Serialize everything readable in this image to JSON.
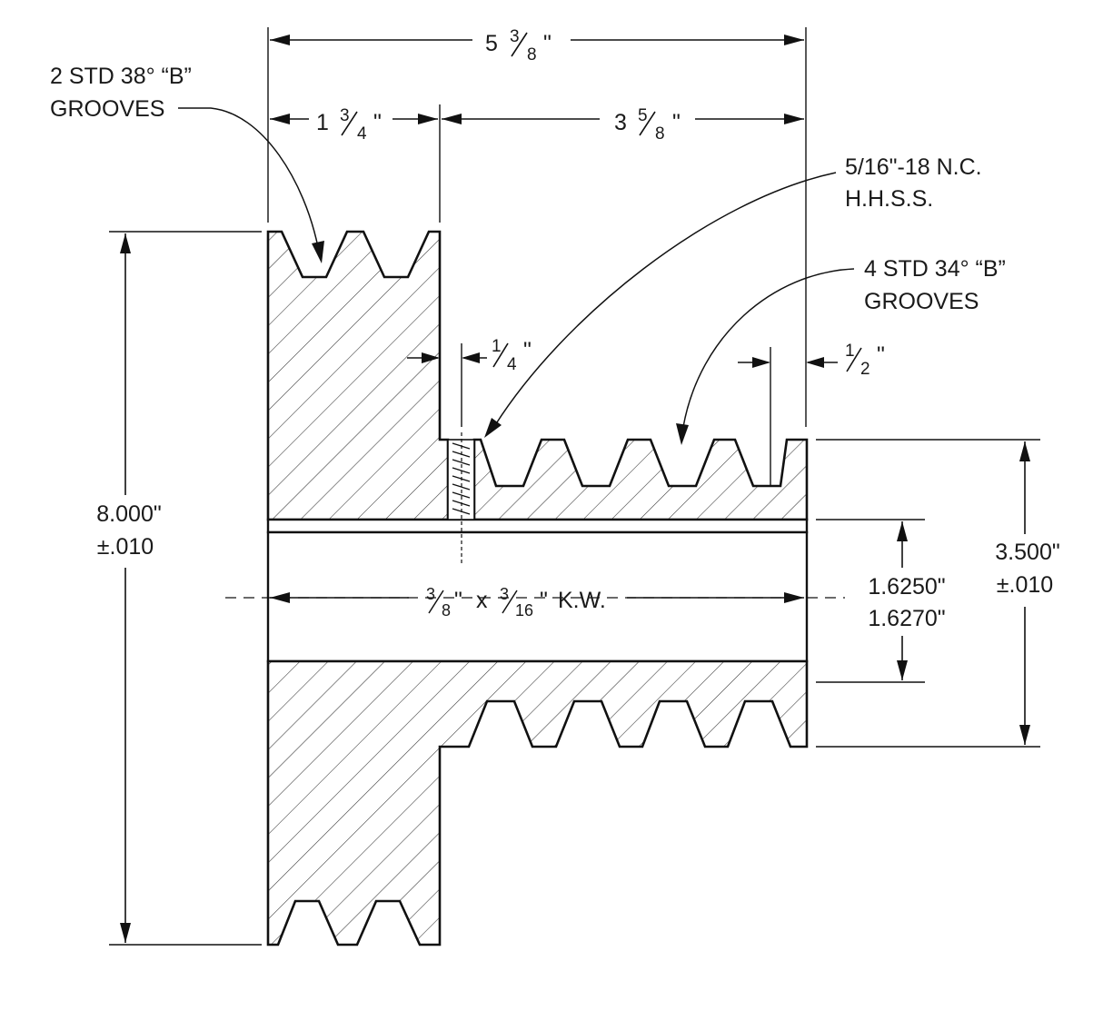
{
  "dimensions": {
    "overall_length": {
      "whole": "5",
      "num": "3",
      "den": "8",
      "unit": "\""
    },
    "small_hub_length": {
      "whole": "1",
      "num": "3",
      "den": "4",
      "unit": "\""
    },
    "large_hub_length": {
      "whole": "3",
      "num": "5",
      "den": "8",
      "unit": "\""
    },
    "setscrew_offset": {
      "num": "1",
      "den": "4",
      "unit": "\""
    },
    "groove_end_offset": {
      "num": "1",
      "den": "2",
      "unit": "\""
    },
    "large_diameter": {
      "line1": "8.000\"",
      "line2": "±.010"
    },
    "small_diameter": {
      "line1": "3.500\"",
      "line2": "±.010"
    },
    "bore": {
      "line1": "1.6250\"",
      "line2": "1.6270\""
    },
    "keyway": {
      "a_num": "3",
      "a_den": "8",
      "a_unit": "\"",
      "x": "x",
      "b_num": "3",
      "b_den": "16",
      "b_unit": "\"",
      "suffix": "K.W."
    }
  },
  "callouts": {
    "large_grooves": {
      "line1": "2 STD 38° “B”",
      "line2": "GROOVES"
    },
    "small_grooves": {
      "line1": "4 STD 34° “B”",
      "line2": "GROOVES"
    },
    "setscrew": {
      "line1": "5/16\"-18 N.C.",
      "line2": "H.H.S.S."
    }
  }
}
